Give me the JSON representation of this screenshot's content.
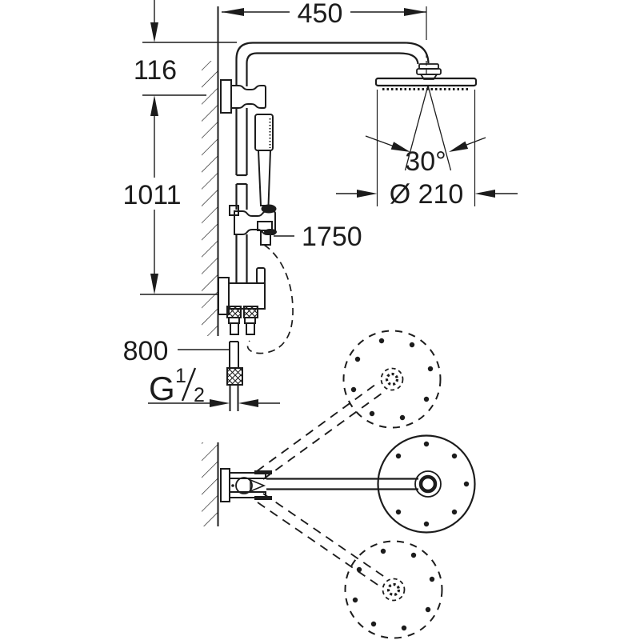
{
  "drawing": {
    "background": "#ffffff",
    "line_color": "#1c1c1c",
    "dimensions": {
      "arm_reach": "450",
      "arm_drop": "116",
      "rail_length": "1011",
      "hand_hose_length": "1750",
      "supply_hose_length": "800",
      "spray_angle": "30°",
      "head_diameter": "Ø 210",
      "thread_letter": "G",
      "thread_numerator": "1",
      "thread_denominator": "2"
    }
  }
}
